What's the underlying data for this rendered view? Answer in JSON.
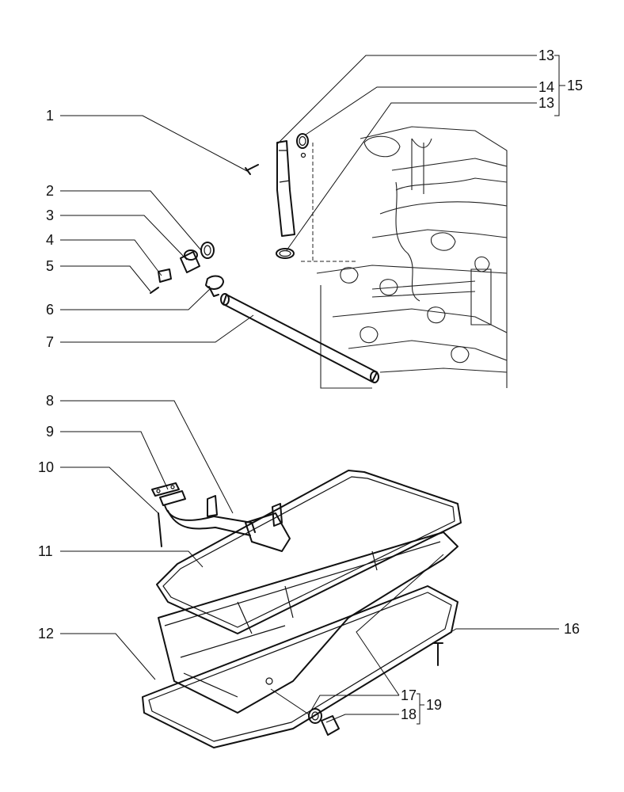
{
  "callouts": [
    {
      "id": "c1",
      "text": "1"
    },
    {
      "id": "c2",
      "text": "2"
    },
    {
      "id": "c3",
      "text": "3"
    },
    {
      "id": "c4",
      "text": "4"
    },
    {
      "id": "c5",
      "text": "5"
    },
    {
      "id": "c6",
      "text": "6"
    },
    {
      "id": "c7",
      "text": "7"
    },
    {
      "id": "c8",
      "text": "8"
    },
    {
      "id": "c9",
      "text": "9"
    },
    {
      "id": "c10",
      "text": "10"
    },
    {
      "id": "c11",
      "text": "11"
    },
    {
      "id": "c12",
      "text": "12"
    },
    {
      "id": "c13a",
      "text": "13"
    },
    {
      "id": "c14",
      "text": "14"
    },
    {
      "id": "c13b",
      "text": "13"
    },
    {
      "id": "c15",
      "text": "15"
    },
    {
      "id": "c16",
      "text": "16"
    },
    {
      "id": "c17",
      "text": "17"
    },
    {
      "id": "c18",
      "text": "18"
    },
    {
      "id": "c19",
      "text": "19"
    }
  ],
  "colors": {
    "line": "#111111",
    "background": "#ffffff"
  }
}
